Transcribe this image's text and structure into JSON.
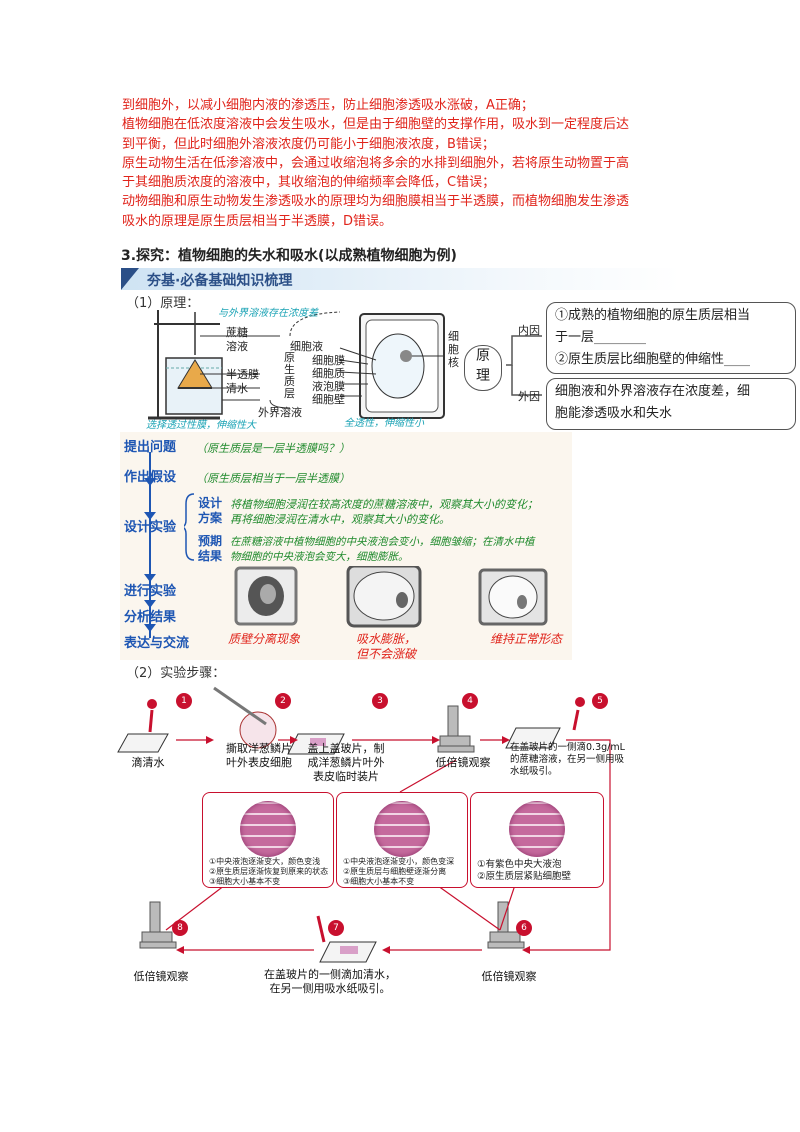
{
  "intro_lines": [
    "到细胞外，以减小细胞内液的渗透压，防止细胞渗透吸水涨破，A正确；",
    "植物细胞在低浓度溶液中会发生吸水，但是由于细胞壁的支撑作用，吸水到一定程度后达",
    "到平衡，但此时细胞外溶液浓度仍可能小于细胞液浓度，B错误；",
    "原生动物生活在低渗溶液中，会通过收缩泡将多余的水排到细胞外，若将原生动物置于高",
    "于其细胞质浓度的溶液中，其收缩泡的伸缩频率会降低，C错误；",
    "动物细胞和原生动物发生渗透吸水的原理均为细胞膜相当于半透膜，而植物细胞发生渗透",
    "吸水的原理是原生质层相当于半透膜，D错误。"
  ],
  "section_title": "3.探究：植物细胞的失水和吸水(以成熟植物细胞为例)",
  "banner": "夯基·必备基础知识梳理",
  "principle": {
    "heading": "（1）原理：",
    "top_note": "与外界溶液存在浓度差",
    "bottom_note_left": "选择透过性膜，伸缩性大",
    "bottom_note_right": "全透性，伸缩性小",
    "labels": {
      "sucrose": "蔗糖",
      "solution": "溶液",
      "semipermeable": "半透膜",
      "water": "清水",
      "cell_sap": "细胞液",
      "protoplast": "原生质层",
      "membrane": "细胞膜",
      "cytoplasm": "细胞质",
      "vacuole_membrane": "液泡膜",
      "cell_wall": "细胞壁",
      "outer_solution": "外界溶液",
      "nucleus": "细胞核"
    },
    "center": "原理",
    "inner_label": "内因",
    "outer_label": "外因",
    "inner_line1": "①成熟的植物细胞的原生质层相当",
    "inner_line2": "于一层________",
    "inner_line3": "②原生质层比细胞壁的伸缩性____",
    "outer_line1": "细胞液和外界溶液存在浓度差，细",
    "outer_line2": "胞能渗透吸水和失水"
  },
  "process": {
    "steps": [
      "提出问题",
      "作出假设",
      "设计实验",
      "进行实验",
      "分析结果",
      "表达与交流"
    ],
    "question": "（原生质层是一层半透膜吗？）",
    "hypothesis": "（原生质层相当于一层半透膜）",
    "design_label1": "设计",
    "design_label2": "方案",
    "design_text1": "将植物细胞浸润在较高浓度的蔗糖溶液中，观察其大小的变化；",
    "design_text2": "再将细胞浸润在清水中，观察其大小的变化。",
    "predict_label1": "预期",
    "predict_label2": "结果",
    "predict_text1": "在蔗糖溶液中植物细胞的中央液泡会变小，细胞皱缩；在清水中植",
    "predict_text2": "物细胞的中央液泡会变大，细胞膨胀。",
    "caption1": "质壁分离现象",
    "caption2a": "吸水膨胀，",
    "caption2b": "但不会涨破",
    "caption3": "维持正常形态"
  },
  "procedure": {
    "heading": "（2）实验步骤：",
    "s1": "滴清水",
    "s2a": "撕取洋葱鳞片",
    "s2b": "叶外表皮细胞",
    "s3a": "盖上盖玻片，制",
    "s3b": "成洋葱鳞片叶外",
    "s3c": "表皮临时装片",
    "s4": "低倍镜观察",
    "s5a": "在盖玻片的一侧滴0.3g/mL",
    "s5b": "的蔗糖溶液，在另一侧用吸",
    "s5c": "水纸吸引。",
    "s6": "低倍镜观察",
    "s7a": "在盖玻片的一侧滴加清水，",
    "s7b": "在另一侧用吸水纸吸引。",
    "s8": "低倍镜观察",
    "p1a": "①中央液泡逐渐变大，颜色变浅",
    "p1b": "②原生质层逐渐恢复到原来的状态",
    "p1c": "③细胞大小基本不变",
    "p2a": "①中央液泡逐渐变小，颜色变深",
    "p2b": "②原生质层与细胞壁逐渐分离",
    "p2c": "③细胞大小基本不变",
    "p3a": "①有紫色中央大液泡",
    "p3b": "②原生质层紧贴细胞壁",
    "nums": [
      "1",
      "2",
      "3",
      "4",
      "5",
      "6",
      "7",
      "8"
    ]
  }
}
